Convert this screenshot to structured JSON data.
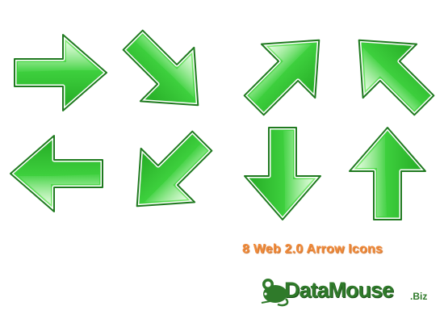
{
  "caption": "8 Web 2.0 Arrow Icons",
  "logo": {
    "brand": "DataMouse",
    "tld": ".Biz"
  },
  "arrows": [
    {
      "name": "arrow-right-icon"
    },
    {
      "name": "arrow-down-right-icon"
    },
    {
      "name": "arrow-up-right-icon"
    },
    {
      "name": "arrow-up-left-icon"
    },
    {
      "name": "arrow-left-icon"
    },
    {
      "name": "arrow-down-left-icon"
    },
    {
      "name": "arrow-down-icon"
    },
    {
      "name": "arrow-up-icon"
    }
  ],
  "colors": {
    "arrow_fill": "#3fcf3f",
    "arrow_border": "#1f7a1f",
    "caption": "#f08a3a",
    "logo": "#2f7a2a"
  }
}
